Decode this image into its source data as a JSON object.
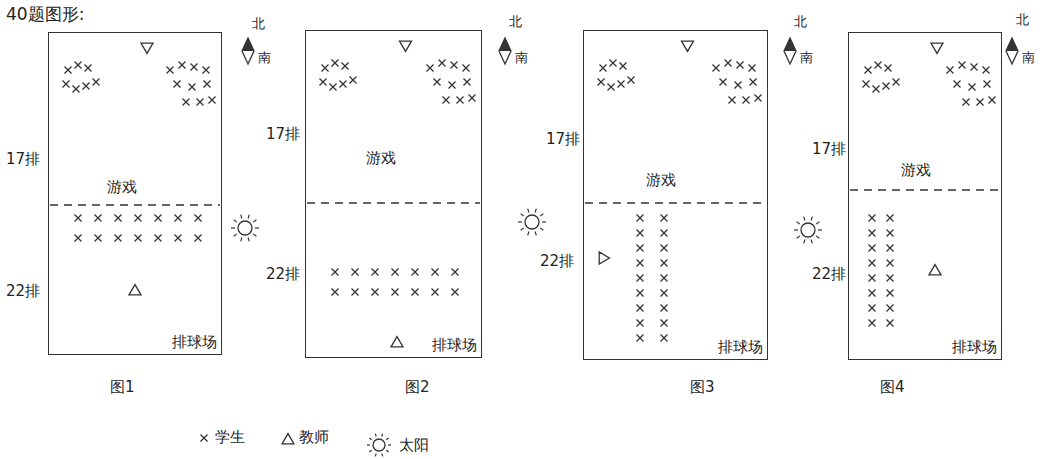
{
  "diagram": {
    "title": "40题图形:",
    "nodes": [
      {
        "text": [
          "游戏",
          "排球场"
        ]
      },
      {
        "text": [
          "游戏",
          "排球场"
        ]
      },
      {
        "text": [
          "游戏",
          "排球场"
        ]
      },
      {
        "text": [
          "游戏",
          "排球场"
        ]
      }
    ],
    "labels": [
      "17排",
      "22排",
      "图1",
      "北",
      "南",
      "17排",
      "22排",
      "图2",
      "北",
      "南",
      "17排",
      "22排",
      "图3",
      "北",
      "南",
      "17排",
      "22排",
      "图4",
      "北",
      "南"
    ],
    "legend": [
      {
        "text": "学生"
      },
      {
        "text": "教师"
      },
      {
        "text": "太阳"
      }
    ]
  }
}
